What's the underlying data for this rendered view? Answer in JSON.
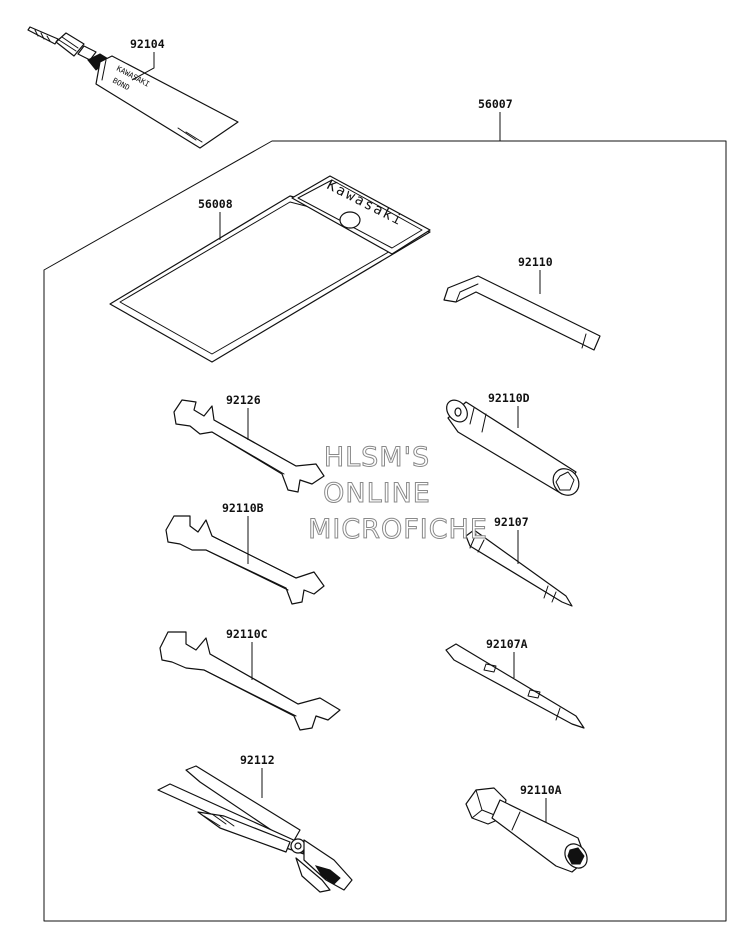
{
  "parts": {
    "p92104": "92104",
    "p56007": "56007",
    "p56008": "56008",
    "p92110": "92110",
    "p92126": "92126",
    "p92110D": "92110D",
    "p92110B": "92110B",
    "p92107": "92107",
    "p92110C": "92110C",
    "p92107A": "92107A",
    "p92112": "92112",
    "p92110A": "92110A"
  },
  "tube_text": {
    "line1": "KAWASAKI",
    "line2": "BOND"
  },
  "pouch_text": "Kawasaki",
  "watermark": {
    "line1": "HLSM'S",
    "line2": "ONLINE",
    "line3": "MICROFICHE"
  },
  "colors": {
    "line": "#111111",
    "watermark_outline": "#8a8a8a",
    "background": "#ffffff"
  }
}
